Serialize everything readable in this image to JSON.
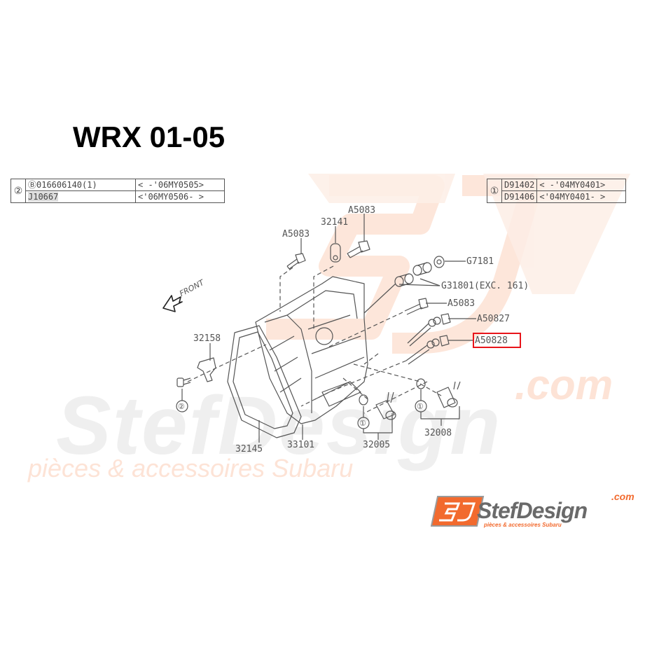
{
  "title": "WRX 01-05",
  "note_tables": {
    "left": {
      "marker": "②",
      "rows": [
        {
          "part": "Ⓑ016606140(1)",
          "range": "< -'06MY0505>"
        },
        {
          "part": "J10667",
          "range": "<'06MY0506- >"
        }
      ]
    },
    "right": {
      "marker": "①",
      "rows": [
        {
          "part": "D91402",
          "range": "< -'04MY0401>"
        },
        {
          "part": "D91406",
          "range": "<'04MY0401- >"
        }
      ]
    }
  },
  "direction_label": "FRONT",
  "callouts": {
    "a5083_left": "A5083",
    "p32141": "32141",
    "a5083_top": "A5083",
    "g7181": "G7181",
    "g31801": "G31801(EXC. 161)",
    "a5083_right": "A5083",
    "a50827": "A50827",
    "a50828": "A50828",
    "p32158": "32158",
    "marker2": "②",
    "p32145": "32145",
    "p33101": "33101",
    "p32005": "32005",
    "p32008": "32008",
    "marker1a": "①",
    "marker1b": "①"
  },
  "highlighted_part": "A50828",
  "colors": {
    "highlight": "#e8141a",
    "brand_orange": "#f26a2e",
    "watermark_gray": "#eeeeee",
    "watermark_orange": "#fde3d6",
    "line": "#555555"
  },
  "watermark": {
    "main": "StefDesign",
    "domain": ".com",
    "tagline": "pièces & accessoires Subaru"
  },
  "logo": {
    "badge": "SD",
    "name": "StefDesign",
    "domain": ".com",
    "tagline": "pièces & accessoires Subaru"
  }
}
